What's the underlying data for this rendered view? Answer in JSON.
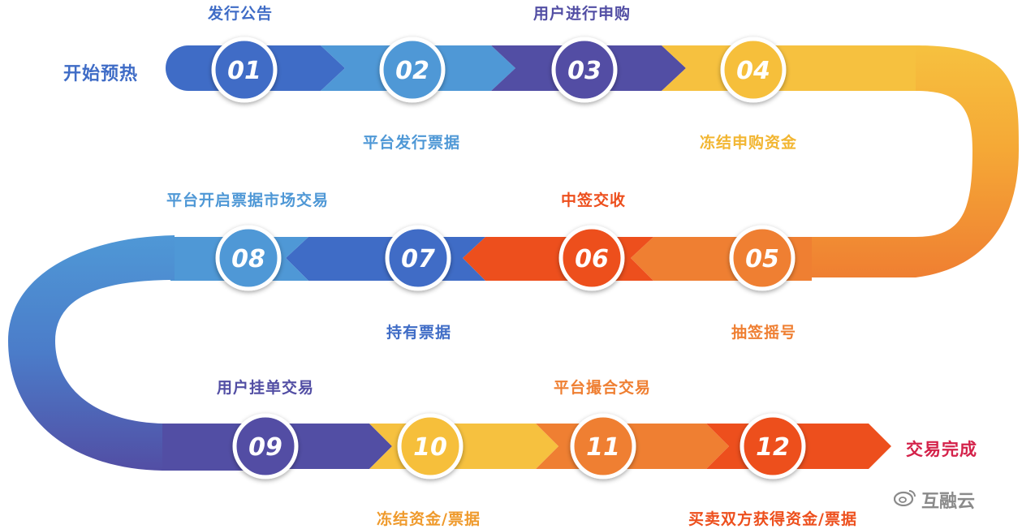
{
  "start_label": "开始预热",
  "end_label": "交易完成",
  "steps": [
    {
      "num": "01",
      "label": "发行公告"
    },
    {
      "num": "02",
      "label": "平台发行票据"
    },
    {
      "num": "03",
      "label": "用户进行申购"
    },
    {
      "num": "04",
      "label": "冻结申购资金"
    },
    {
      "num": "05",
      "label": "抽签摇号"
    },
    {
      "num": "06",
      "label": "中签交收"
    },
    {
      "num": "07",
      "label": "持有票据"
    },
    {
      "num": "08",
      "label": "平台开启票据市场交易"
    },
    {
      "num": "09",
      "label": "用户挂单交易"
    },
    {
      "num": "10",
      "label": "冻结资金/票据"
    },
    {
      "num": "11",
      "label": "平台撮合交易"
    },
    {
      "num": "12",
      "label": "买卖双方获得资金/票据"
    }
  ],
  "watermark": {
    "text": "互融云",
    "icon": "weibo-icon"
  },
  "colors": {
    "blue_dark": "#3f6cc6",
    "blue_light": "#4f98d6",
    "indigo": "#524ea4",
    "yellow": "#f6bf3b",
    "orange": "#ef7f32",
    "red": "#ed4f1d",
    "pink_end": "#d4224a"
  }
}
